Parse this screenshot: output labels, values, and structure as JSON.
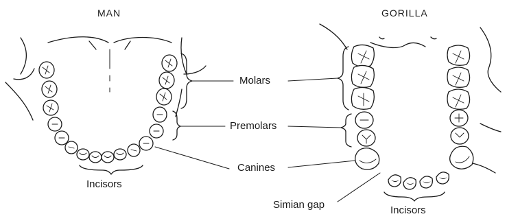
{
  "titles": {
    "man": "MAN",
    "gorilla": "GORILLA"
  },
  "labels": {
    "molars": "Molars",
    "premolars": "Premolars",
    "canines": "Canines",
    "incisors_man": "Incisors",
    "incisors_gorilla": "Incisors",
    "simian_gap": "Simian gap"
  },
  "colors": {
    "ink": "#1a1a1a",
    "background": "#ffffff"
  }
}
